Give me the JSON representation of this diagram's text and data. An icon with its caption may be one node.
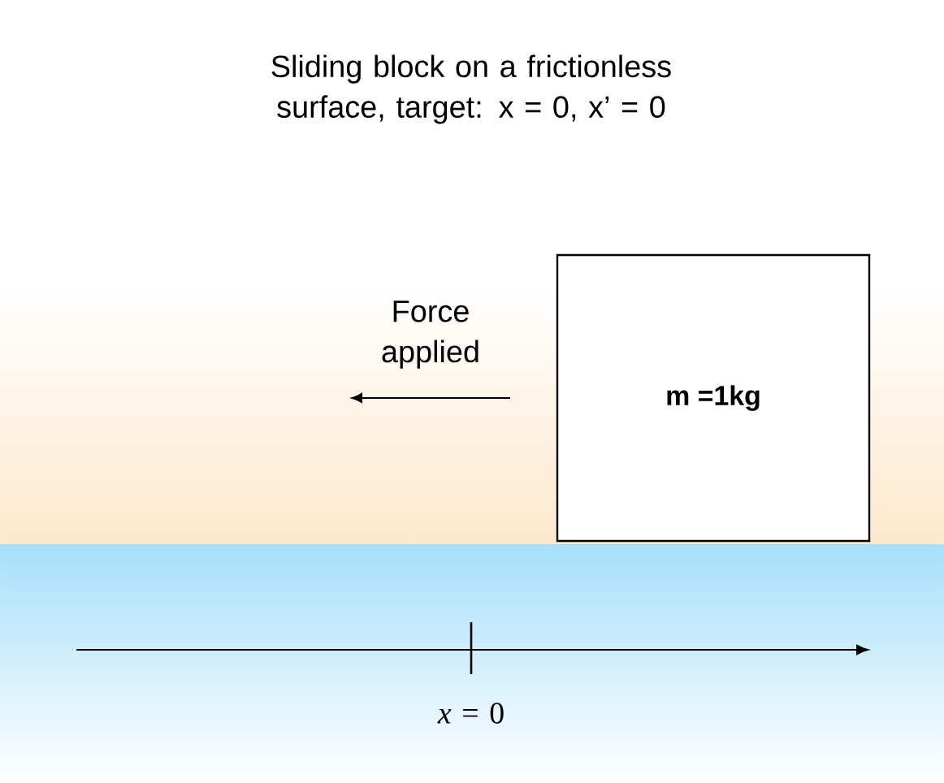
{
  "diagram": {
    "title": "Sliding block on a frictionless surface, target: x = 0, x’ = 0",
    "nodes": [
      {
        "text": [
          "m =1kg"
        ]
      }
    ],
    "labels": [
      "Force applied",
      "*x* = 0"
    ]
  }
}
